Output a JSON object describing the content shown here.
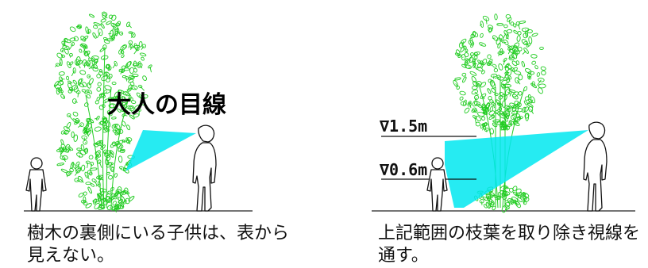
{
  "left_panel": {
    "view_label": "大人の目線",
    "caption_line1": "樹木の裏側にいる子供は、表から",
    "caption_line2": "見えない。"
  },
  "right_panel": {
    "height_mark_high": "∇1.5m",
    "height_mark_low": "∇0.6m",
    "caption_line1": "上記範囲の枝葉を取り除き視線を",
    "caption_line2": "通す。"
  },
  "colors": {
    "foliage": "#22cc22",
    "sightline": "#00e8f0",
    "figure": "#111111",
    "ground": "#222222"
  }
}
